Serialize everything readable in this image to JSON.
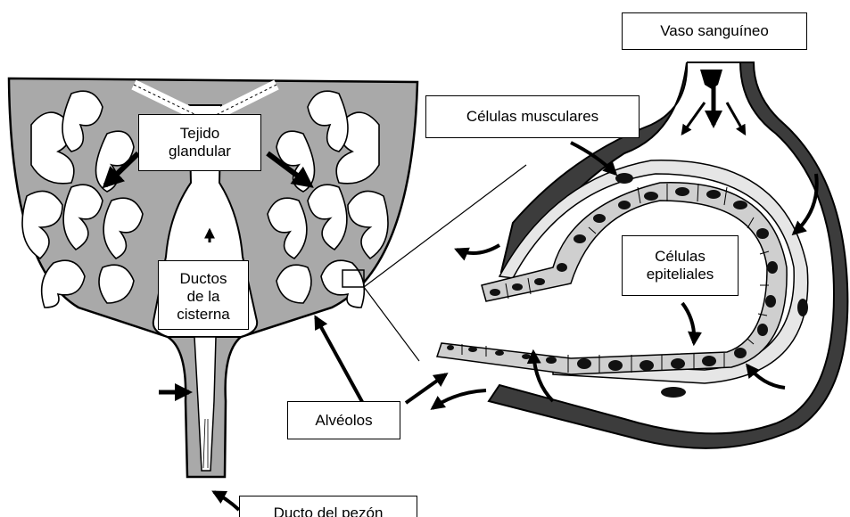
{
  "labels": {
    "vaso": "Vaso sanguíneo",
    "musculares": "Células musculares",
    "tejido": "Tejido\nglandular",
    "ductos": "Ductos\nde la\ncisterna",
    "epiteliales": "Células\nepiteliales",
    "alveolos": "Alvéolos",
    "pezon": "Ducto del pezón"
  },
  "colors": {
    "tissue": "#a9a9a9",
    "vessel": "#3c3c3c",
    "cell": "#cfcfcf",
    "nucleus": "#111111",
    "muscle": "#e6e6e6",
    "outline": "#000000",
    "background": "#ffffff"
  }
}
